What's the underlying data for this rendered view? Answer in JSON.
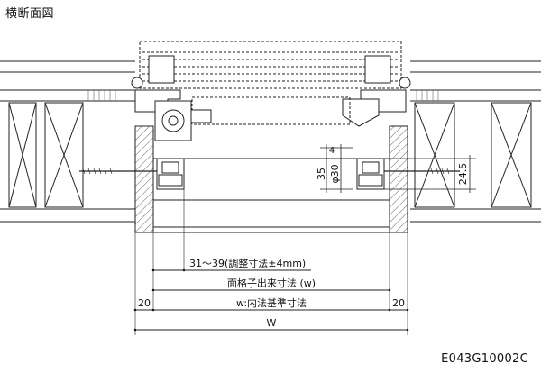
{
  "title": "横断面図",
  "drawing_code": "E043G10002C",
  "dims": {
    "d4": "4",
    "d35": "35",
    "phi30": "φ30",
    "d24_5": "24.5",
    "adjust": "31～39(調整寸法±4mm)",
    "grille": "面格子出来寸法 (w)",
    "inner": "w:内法基準寸法",
    "left20": "20",
    "right20": "20",
    "total": "W"
  }
}
